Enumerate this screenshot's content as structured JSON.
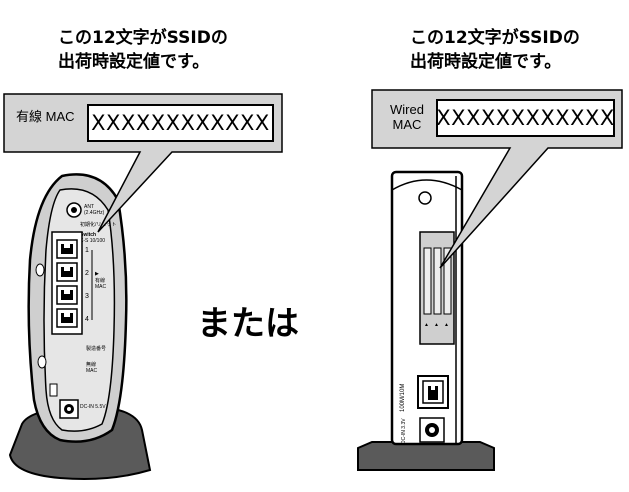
{
  "left_device": {
    "caption_line1": "この12文字がSSIDの",
    "caption_line2": "出荷時設定値です。",
    "mac_label": "有線 MAC",
    "mac_value": "XXXXXXXXXXXX",
    "ports": [
      "1",
      "2",
      "3",
      "4"
    ],
    "power_label": "DC-IN 5.5V"
  },
  "right_device": {
    "caption_line1": "この12文字がSSIDの",
    "caption_line2": "出荷時設定値です。",
    "mac_label_line1": "Wired",
    "mac_label_line2": "MAC",
    "mac_value": "XXXXXXXXXXXX",
    "lan_port_label": "100M/10M",
    "power_label": "DC-IN 3.3V"
  },
  "separator_text": "または",
  "colors": {
    "callout_fill": "#d4d4d4",
    "device_fill": "#c8c8c8",
    "stand_fill": "#606060",
    "line": "#000000"
  }
}
